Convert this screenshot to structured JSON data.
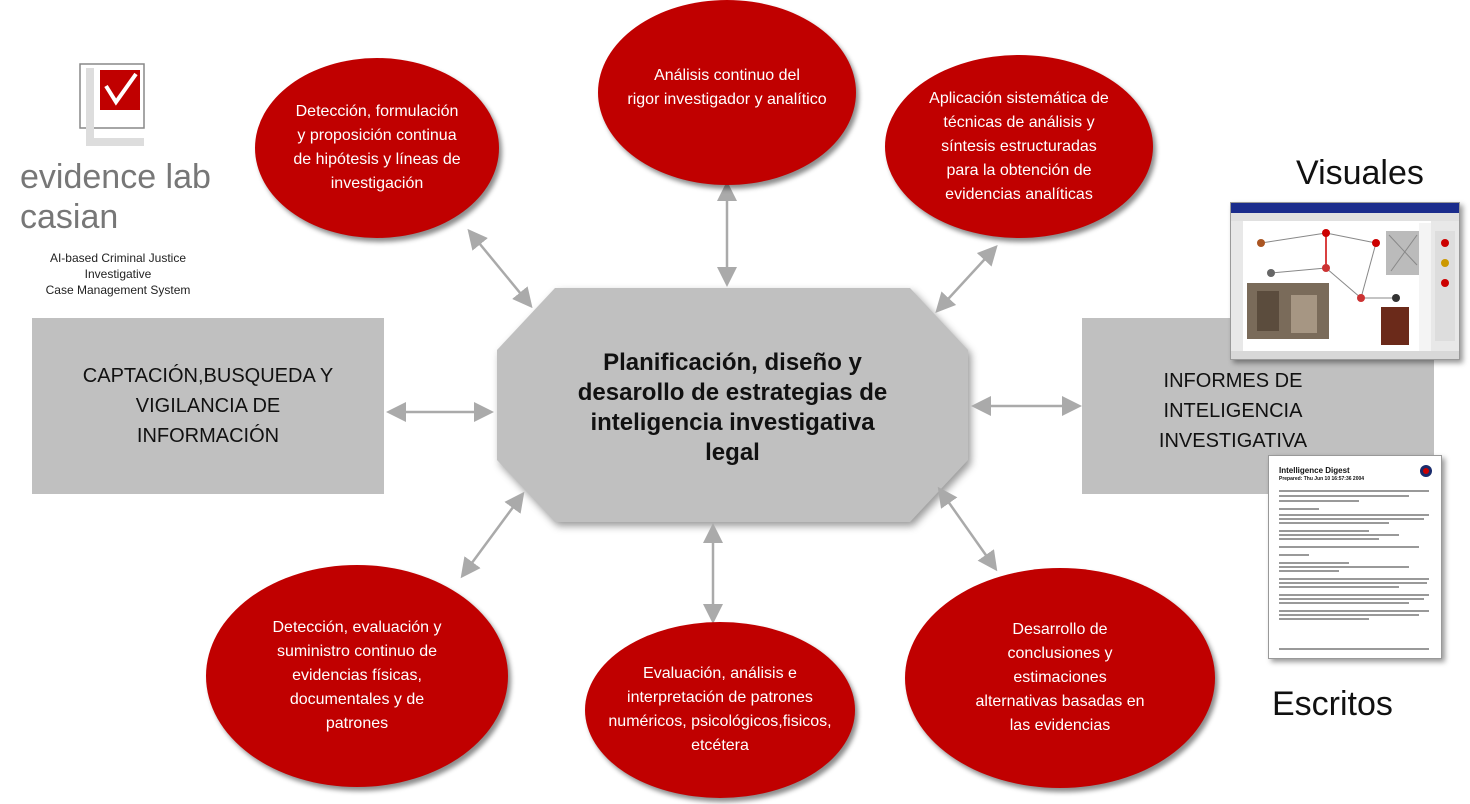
{
  "logo": {
    "wordmark_line1": "evidence lab",
    "wordmark_line2": "casian",
    "tagline": "AI-based Criminal Justice Investigative\nCase Management System",
    "brand_color": "#c00000"
  },
  "center": {
    "text": "Planificación, diseño y\ndesarollo de estrategias de\ninteligencia investigativa\nlegal"
  },
  "boxes": {
    "left": "CAPTACIÓN,BUSQUEDA Y\nVIGILANCIA DE\nINFORMACIÓN",
    "right": "INFORMES DE\nINTELIGENCIA\nINVESTIGATIVA"
  },
  "ellipses": [
    {
      "id": "top-left",
      "text": "Detección, formulación\ny proposición continua\nde hipótesis y líneas de\ninvestigación"
    },
    {
      "id": "top-center",
      "text": "Análisis continuo del\nrigor investigador y analítico"
    },
    {
      "id": "top-right",
      "text": "Aplicación sistemática de\ntécnicas de análisis y\nsíntesis estructuradas\npara la obtención de\nevidencias analíticas"
    },
    {
      "id": "bottom-left",
      "text": "Detección, evaluación y\nsuministro continuo de\nevidencias físicas,\ndocumentales y de\npatrones"
    },
    {
      "id": "bottom-center",
      "text": "Evaluación, análisis e\ninterpretación de patrones\nnuméricos, psicológicos,fisicos,\netcétera"
    },
    {
      "id": "bottom-right",
      "text": "Desarrollo  de\nconclusiones y\nestimaciones\nalternativas basadas en\nlas evidencias"
    }
  ],
  "captions": {
    "visual": "Visuales",
    "written": "Escritos"
  },
  "digest": {
    "title": "Intelligence Digest",
    "prepared": "Prepared: Thu Jun 10 16:57:36 2004"
  },
  "colors": {
    "ellipse": "#c00000",
    "box": "#c0c0c0",
    "octagon": "#c0c0c0",
    "connector": "#aaaaaa"
  }
}
